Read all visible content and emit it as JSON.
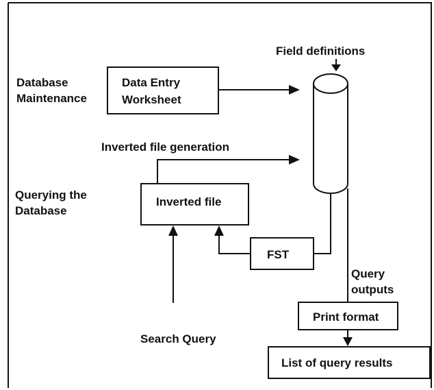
{
  "labels": {
    "field_definitions": "Field definitions",
    "database_maintenance_line1": "Database",
    "database_maintenance_line2": "Maintenance",
    "data_entry_line1": "Data Entry",
    "data_entry_line2": "Worksheet",
    "inverted_file_generation": "Inverted file generation",
    "querying_line1": "Querying the",
    "querying_line2": "Database",
    "inverted_file": "Inverted file",
    "fst": "FST",
    "query_outputs_line1": "Query",
    "query_outputs_line2": "outputs",
    "print_format": "Print format",
    "search_query": "Search Query",
    "list_of_query_results": "List of query results"
  },
  "colors": {
    "ink": "#111111",
    "background": "#ffffff"
  }
}
